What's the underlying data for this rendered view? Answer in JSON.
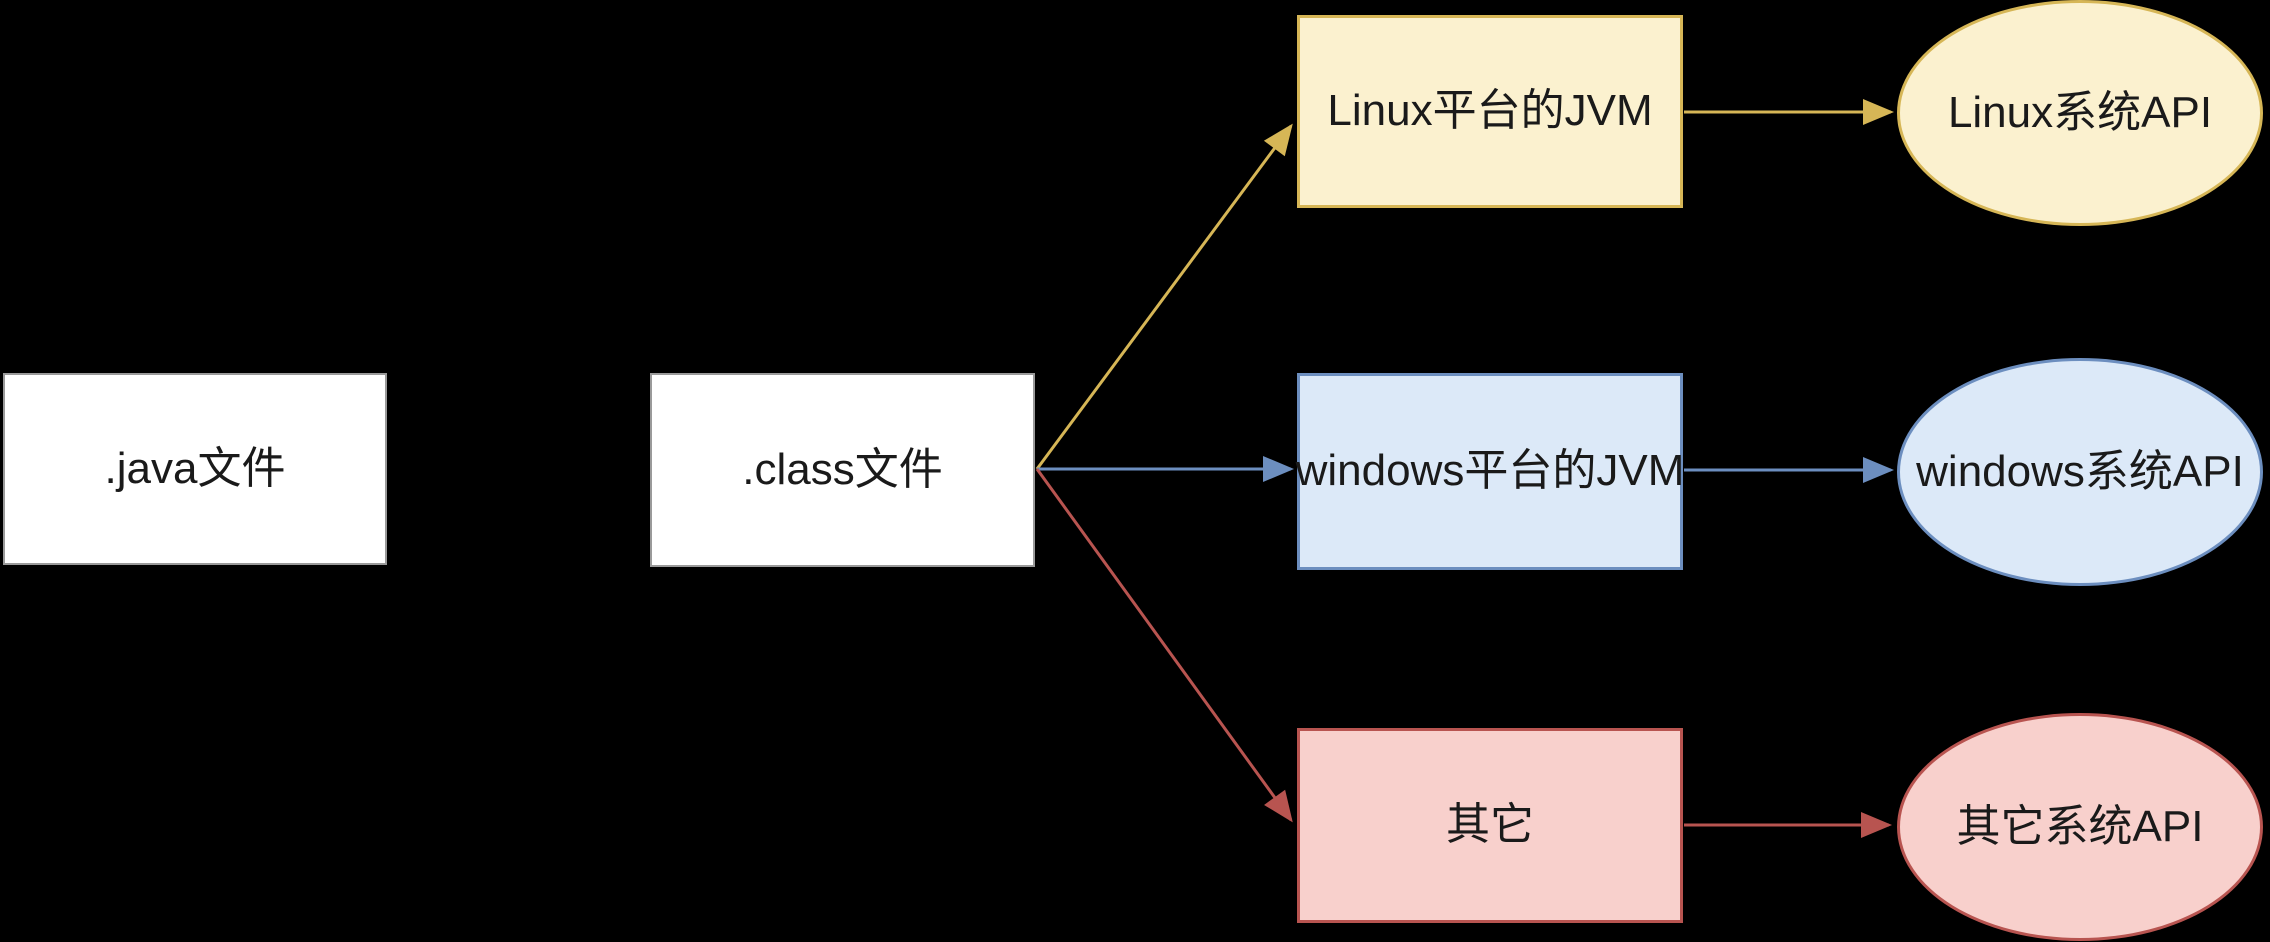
{
  "diagram": {
    "background": "#000000",
    "nodes": {
      "java_file": {
        "label": ".java文件",
        "shape": "rectangle",
        "theme": "white"
      },
      "class_file": {
        "label": ".class文件",
        "shape": "rectangle",
        "theme": "white"
      },
      "linux_jvm": {
        "label": "Linux平台的JVM",
        "shape": "rectangle",
        "theme": "yellow"
      },
      "windows_jvm": {
        "label": "windows平台的JVM",
        "shape": "rectangle",
        "theme": "blue"
      },
      "other_jvm": {
        "label": "其它",
        "shape": "rectangle",
        "theme": "red"
      },
      "linux_api": {
        "label": "Linux系统API",
        "shape": "ellipse",
        "theme": "yellow"
      },
      "windows_api": {
        "label": "windows系统API",
        "shape": "ellipse",
        "theme": "blue"
      },
      "other_api": {
        "label": "其它系统API",
        "shape": "ellipse",
        "theme": "red"
      }
    },
    "edges": [
      {
        "from": "class_file",
        "to": "linux_jvm",
        "color": "yellow",
        "arrow": "filled-triangle"
      },
      {
        "from": "class_file",
        "to": "windows_jvm",
        "color": "blue",
        "arrow": "filled-triangle"
      },
      {
        "from": "class_file",
        "to": "other_jvm",
        "color": "red",
        "arrow": "filled-triangle"
      },
      {
        "from": "linux_jvm",
        "to": "linux_api",
        "color": "yellow",
        "arrow": "filled-triangle"
      },
      {
        "from": "windows_jvm",
        "to": "windows_api",
        "color": "blue",
        "arrow": "filled-triangle"
      },
      {
        "from": "other_jvm",
        "to": "other_api",
        "color": "red",
        "arrow": "filled-triangle"
      }
    ],
    "colors": {
      "background": "#000000",
      "text": "#1a1a1a",
      "white_fill": "#ffffff",
      "white_stroke": "#9a9a9a",
      "yellow_fill": "#fbf1cf",
      "yellow_stroke": "#d6b656",
      "blue_fill": "#dce9f8",
      "blue_stroke": "#6c8ebf",
      "red_fill": "#f8d0cc",
      "red_stroke": "#b85450"
    }
  }
}
